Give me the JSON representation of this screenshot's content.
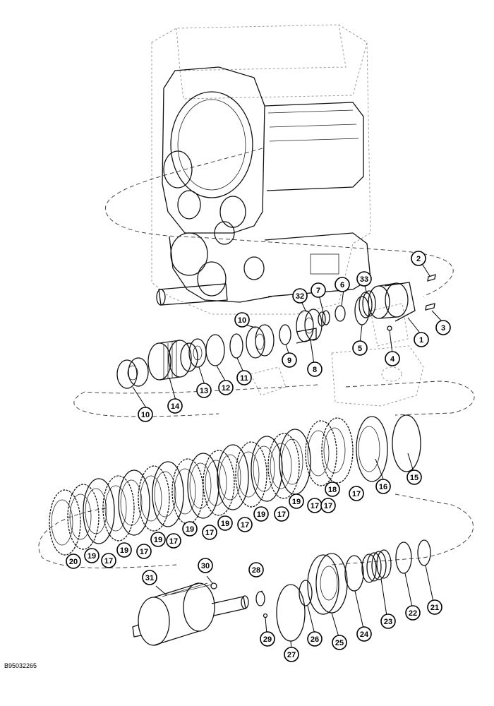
{
  "figure_code": "B95032265",
  "callouts": [
    {
      "id": "c1",
      "label": "1"
    },
    {
      "id": "c2",
      "label": "2"
    },
    {
      "id": "c3",
      "label": "3"
    },
    {
      "id": "c4",
      "label": "4"
    },
    {
      "id": "c5",
      "label": "5"
    },
    {
      "id": "c6",
      "label": "6"
    },
    {
      "id": "c7",
      "label": "7"
    },
    {
      "id": "c8",
      "label": "8"
    },
    {
      "id": "c9",
      "label": "9"
    },
    {
      "id": "c10a",
      "label": "10"
    },
    {
      "id": "c10b",
      "label": "10"
    },
    {
      "id": "c11",
      "label": "11"
    },
    {
      "id": "c12",
      "label": "12"
    },
    {
      "id": "c13",
      "label": "13"
    },
    {
      "id": "c14",
      "label": "14"
    },
    {
      "id": "c15",
      "label": "15"
    },
    {
      "id": "c16",
      "label": "16"
    },
    {
      "id": "c17a",
      "label": "17"
    },
    {
      "id": "c17b",
      "label": "17"
    },
    {
      "id": "c17c",
      "label": "17"
    },
    {
      "id": "c17d",
      "label": "17"
    },
    {
      "id": "c17e",
      "label": "17"
    },
    {
      "id": "c17f",
      "label": "17"
    },
    {
      "id": "c17g",
      "label": "17"
    },
    {
      "id": "c17h",
      "label": "17"
    },
    {
      "id": "c17i",
      "label": "17"
    },
    {
      "id": "c18",
      "label": "18"
    },
    {
      "id": "c19a",
      "label": "19"
    },
    {
      "id": "c19b",
      "label": "19"
    },
    {
      "id": "c19c",
      "label": "19"
    },
    {
      "id": "c19d",
      "label": "19"
    },
    {
      "id": "c19e",
      "label": "19"
    },
    {
      "id": "c19f",
      "label": "19"
    },
    {
      "id": "c19g",
      "label": "19"
    },
    {
      "id": "c20",
      "label": "20"
    },
    {
      "id": "c21",
      "label": "21"
    },
    {
      "id": "c22",
      "label": "22"
    },
    {
      "id": "c23",
      "label": "23"
    },
    {
      "id": "c24",
      "label": "24"
    },
    {
      "id": "c25",
      "label": "25"
    },
    {
      "id": "c26",
      "label": "26"
    },
    {
      "id": "c27",
      "label": "27"
    },
    {
      "id": "c28",
      "label": "28"
    },
    {
      "id": "c29",
      "label": "29"
    },
    {
      "id": "c30",
      "label": "30"
    },
    {
      "id": "c31",
      "label": "31"
    },
    {
      "id": "c32",
      "label": "32"
    },
    {
      "id": "c33",
      "label": "33"
    }
  ]
}
